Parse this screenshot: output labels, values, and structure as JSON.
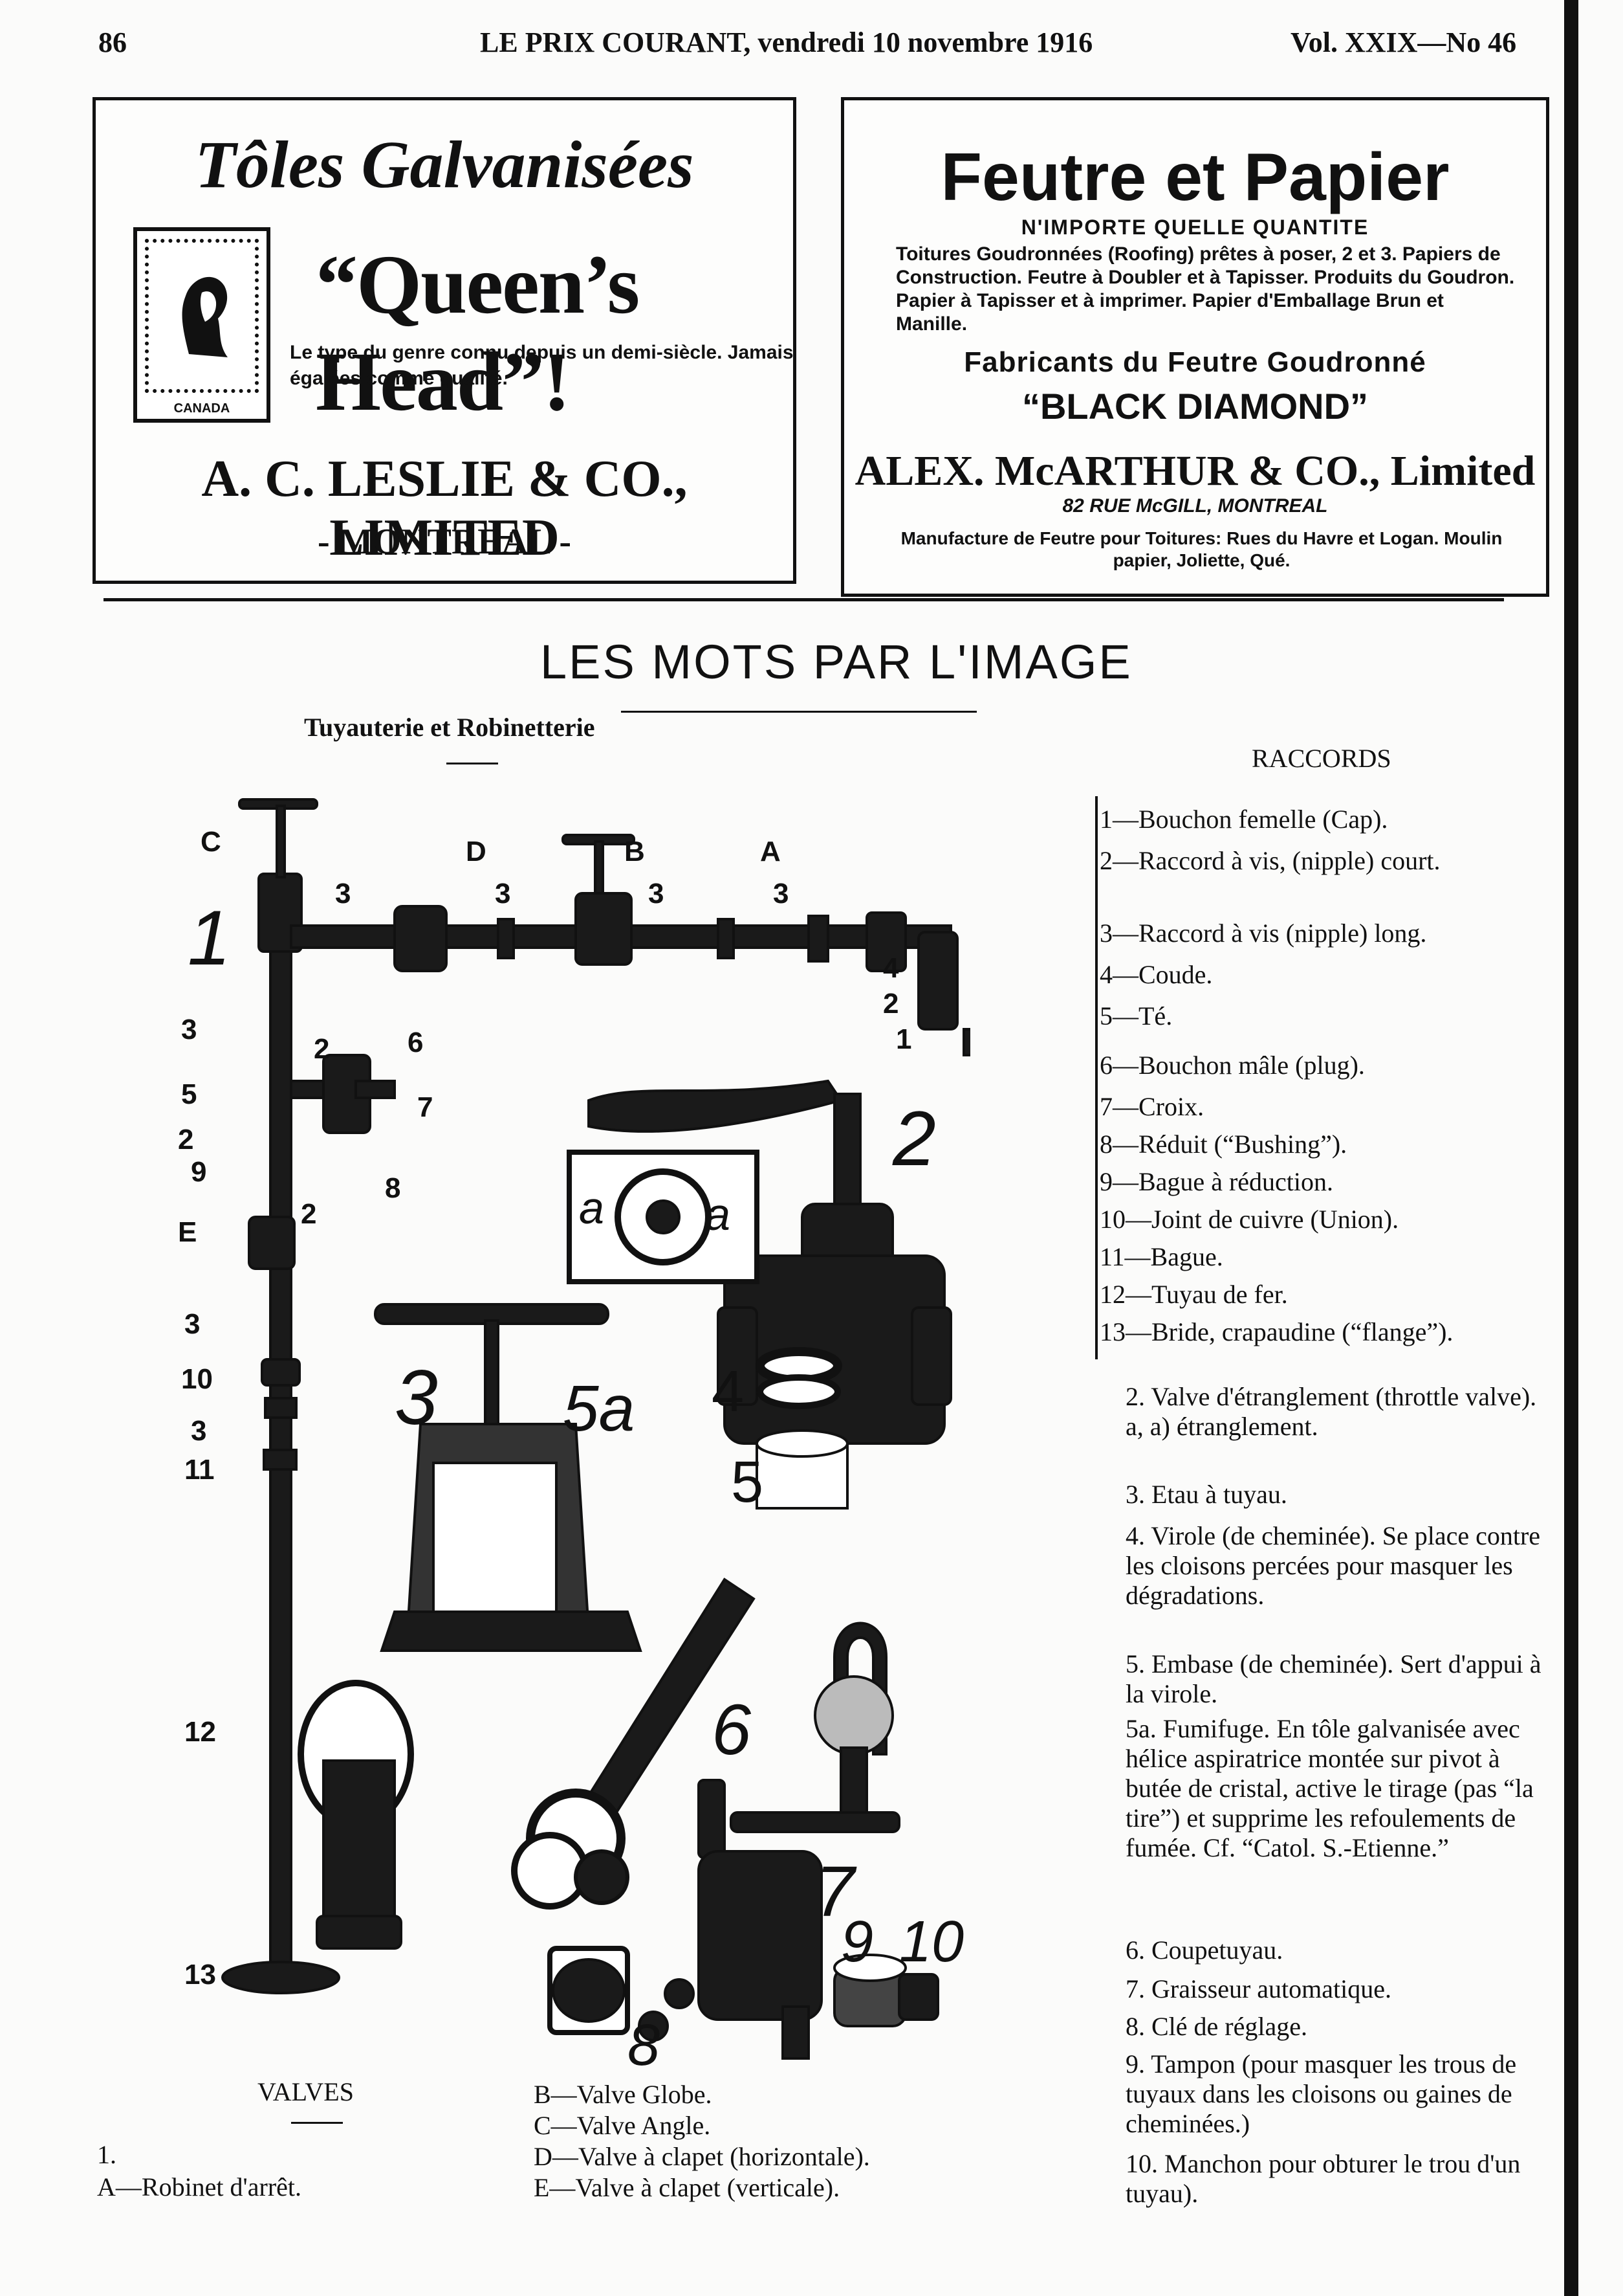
{
  "header": {
    "page_number": "86",
    "publication": "LE PRIX COURANT, vendredi 10 novembre 1916",
    "volume": "Vol. XXIX—No 46"
  },
  "ad_left": {
    "title": "Tôles Galvanisées",
    "slogan": "“Queen’s Head”!",
    "description": "Le type du genre connu depuis un demi-siècle. Jamais égalées comme qualité.",
    "logo_text": "CANADA",
    "company": "A. C. LESLIE & CO., LIMITED",
    "city": "- MONTREAL -"
  },
  "ad_right": {
    "title": "Feutre et Papier",
    "subtitle": "N'IMPORTE QUELLE QUANTITE",
    "paragraph": "Toitures Goudronnées (Roofing) prêtes à poser, 2 et 3. Papiers de Construction. Feutre à Doubler et à Tapisser. Produits du Goudron. Papier à Tapisser et à imprimer. Papier d'Emballage Brun et Manille.",
    "fabricants": "Fabricants du Feutre Goudronné",
    "brand": "“BLACK DIAMOND”",
    "company": "ALEX. McARTHUR & CO., Limited",
    "address": "82 RUE McGILL, MONTREAL",
    "manufacture": "Manufacture de Feutre pour Toitures: Rues du Havre et Logan. Moulin papier, Joliette, Qué."
  },
  "section": {
    "title": "LES MOTS PAR L'IMAGE",
    "subtitle": "Tuyauterie et Robinetterie"
  },
  "figure_labels": {
    "c": "C",
    "d": "D",
    "b": "B",
    "a": "A",
    "three": "3",
    "e": "E",
    "n1": "1",
    "n2": "2",
    "n3": "3",
    "n4": "4",
    "n5": "5",
    "n6": "6",
    "n7": "7",
    "n8": "8",
    "n9": "9",
    "n10": "10",
    "n11": "11",
    "n12": "12",
    "n13": "13",
    "big1": "1",
    "big2": "2",
    "big3": "3",
    "big4": "4",
    "big5": "5",
    "big5a": "5a",
    "big6": "6",
    "big7": "7",
    "big8": "8",
    "big9": "9",
    "big10": "10",
    "small_a": "a"
  },
  "raccords": {
    "heading": "RACCORDS",
    "items": [
      "1—Bouchon femelle (Cap).",
      "2—Raccord à vis, (nipple) court.",
      "3—Raccord à vis (nipple) long.",
      "4—Coude.",
      "5—Té.",
      "6—Bouchon mâle (plug).",
      "7—Croix.",
      "8—Réduit (“Bushing”).",
      "9—Bague à réduction.",
      "10—Joint de cuivre (Union).",
      "11—Bague.",
      "12—Tuyau de fer.",
      "13—Bride, crapaudine (“flange”)."
    ]
  },
  "numbered": [
    {
      "n": "2.",
      "text": "Valve d'étranglement (throttle valve). a, a) étranglement."
    },
    {
      "n": "3.",
      "text": "Etau à tuyau."
    },
    {
      "n": "4.",
      "text": "Virole (de cheminée). Se place contre les cloisons percées pour masquer les dégradations."
    },
    {
      "n": "5.",
      "text": "Embase (de cheminée). Sert d'appui à la virole."
    },
    {
      "n": "5a.",
      "text": "Fumifuge. En tôle galvanisée avec hélice aspiratrice montée sur pivot à butée de cristal, active le tirage (pas “la tire”) et supprime les refoulements de fumée. Cf. “Catol. S.-Etienne.”"
    },
    {
      "n": "6.",
      "text": "Coupetuyau."
    },
    {
      "n": "7.",
      "text": "Graisseur automatique."
    },
    {
      "n": "8.",
      "text": "Clé de réglage."
    },
    {
      "n": "9.",
      "text": "Tampon (pour masquer les trous de tuyaux dans les cloisons ou gaines de cheminées.)"
    },
    {
      "n": "10.",
      "text": "Manchon pour obturer le trou d'un tuyau)."
    }
  ],
  "valves": {
    "heading": "VALVES",
    "n1": "1.",
    "a": "A—Robinet d'arrêt.",
    "b": "B—Valve Globe.",
    "c": "C—Valve Angle.",
    "d": "D—Valve à clapet (horizontale).",
    "e": "E—Valve à clapet (verticale)."
  }
}
